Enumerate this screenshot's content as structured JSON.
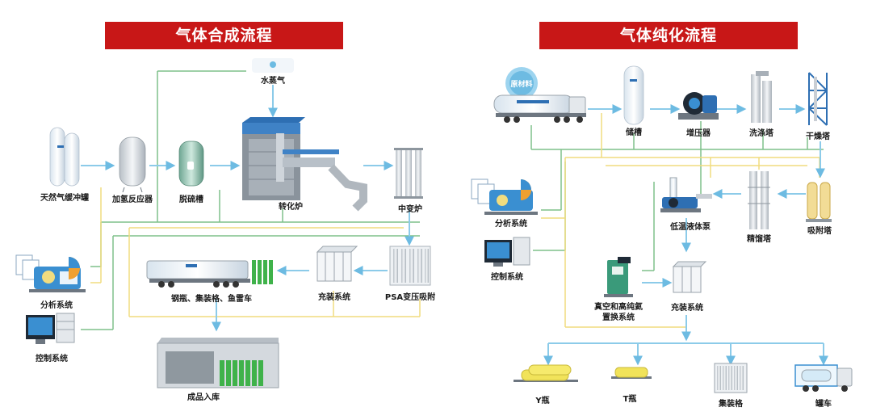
{
  "colors": {
    "banner": "#c81717",
    "flow_blue": "#8ccbe9",
    "signal_yellow": "#f1dc7f",
    "line_green": "#7fc18a",
    "equipment_blue": "#2e6fb3",
    "steel": "#c9ced4"
  },
  "synthesis": {
    "title": "气体合成流程",
    "nodes": {
      "water_vapor": "水蒸气",
      "natural_gas_buffer": "天然气缓冲罐",
      "hydrogenation_reactor": "加氢反应器",
      "desulfurization_tank": "脱硫槽",
      "reformer": "转化炉",
      "shift_furnace": "中变炉",
      "psa": "PSA变压吸附",
      "filling_system": "充装系统",
      "cylinders_trailers": "钢瓶、集装格、鱼雷车",
      "analysis_system": "分析系统",
      "control_system": "控制系统",
      "warehouse": "成品入库"
    }
  },
  "purification": {
    "title": "气体纯化流程",
    "nodes": {
      "raw_material": "原材料",
      "storage_tank": "储槽",
      "booster": "增压器",
      "washing_tower": "洗涤塔",
      "drying_tower": "干燥塔",
      "analysis_system": "分析系统",
      "control_system": "控制系统",
      "cryo_pump": "低温液体泵",
      "rectification_tower": "精馏塔",
      "adsorption_tower": "吸附塔",
      "vacuum_replacement": [
        "真空和高纯氦",
        "置换系统"
      ],
      "filling_system": "充装系统",
      "y_cylinder": "Y瓶",
      "t_cylinder": "T瓶",
      "cylinder_bundle": "集装格",
      "tank_truck": "罐车"
    }
  }
}
